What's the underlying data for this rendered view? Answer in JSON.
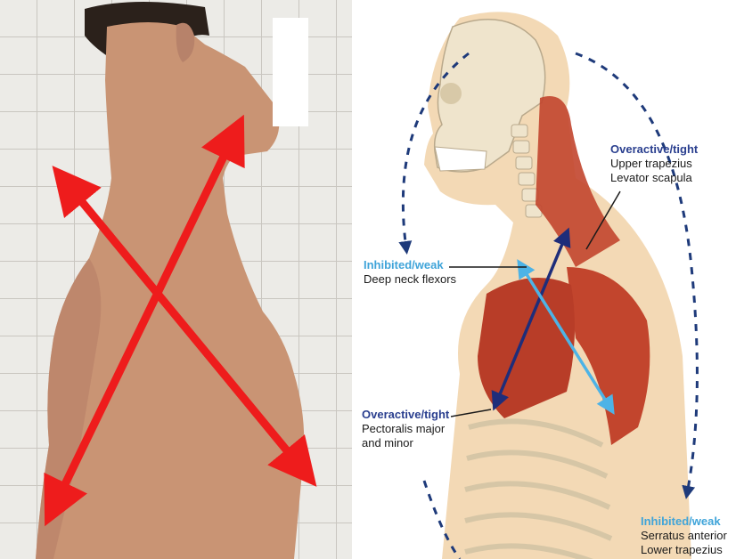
{
  "labels": {
    "upper": {
      "category": "Overactive/tight",
      "line1": "Upper trapezius",
      "line2": "Levator scapula"
    },
    "deep_neck": {
      "category": "Inhibited/weak",
      "line1": "Deep neck flexors"
    },
    "pectoralis": {
      "category": "Overactive/tight",
      "line1": "Pectoralis major",
      "line2": "and minor"
    },
    "serratus": {
      "category": "Inhibited/weak",
      "line1": "Serratus anterior",
      "line2": "Lower trapezius"
    }
  },
  "colors": {
    "cross_arrow": "#ee1c1c",
    "tight_arrow": "#1e2d7a",
    "weak_arrow": "#4db3e6",
    "muscle": "#c2452d",
    "skin": "#f3d9b5",
    "bone": "#efe4cc",
    "dashed_arc": "#1e3a7a"
  },
  "icons": {
    "face_mask": "white-rectangle",
    "cross": "double-headed-arrows-x"
  }
}
